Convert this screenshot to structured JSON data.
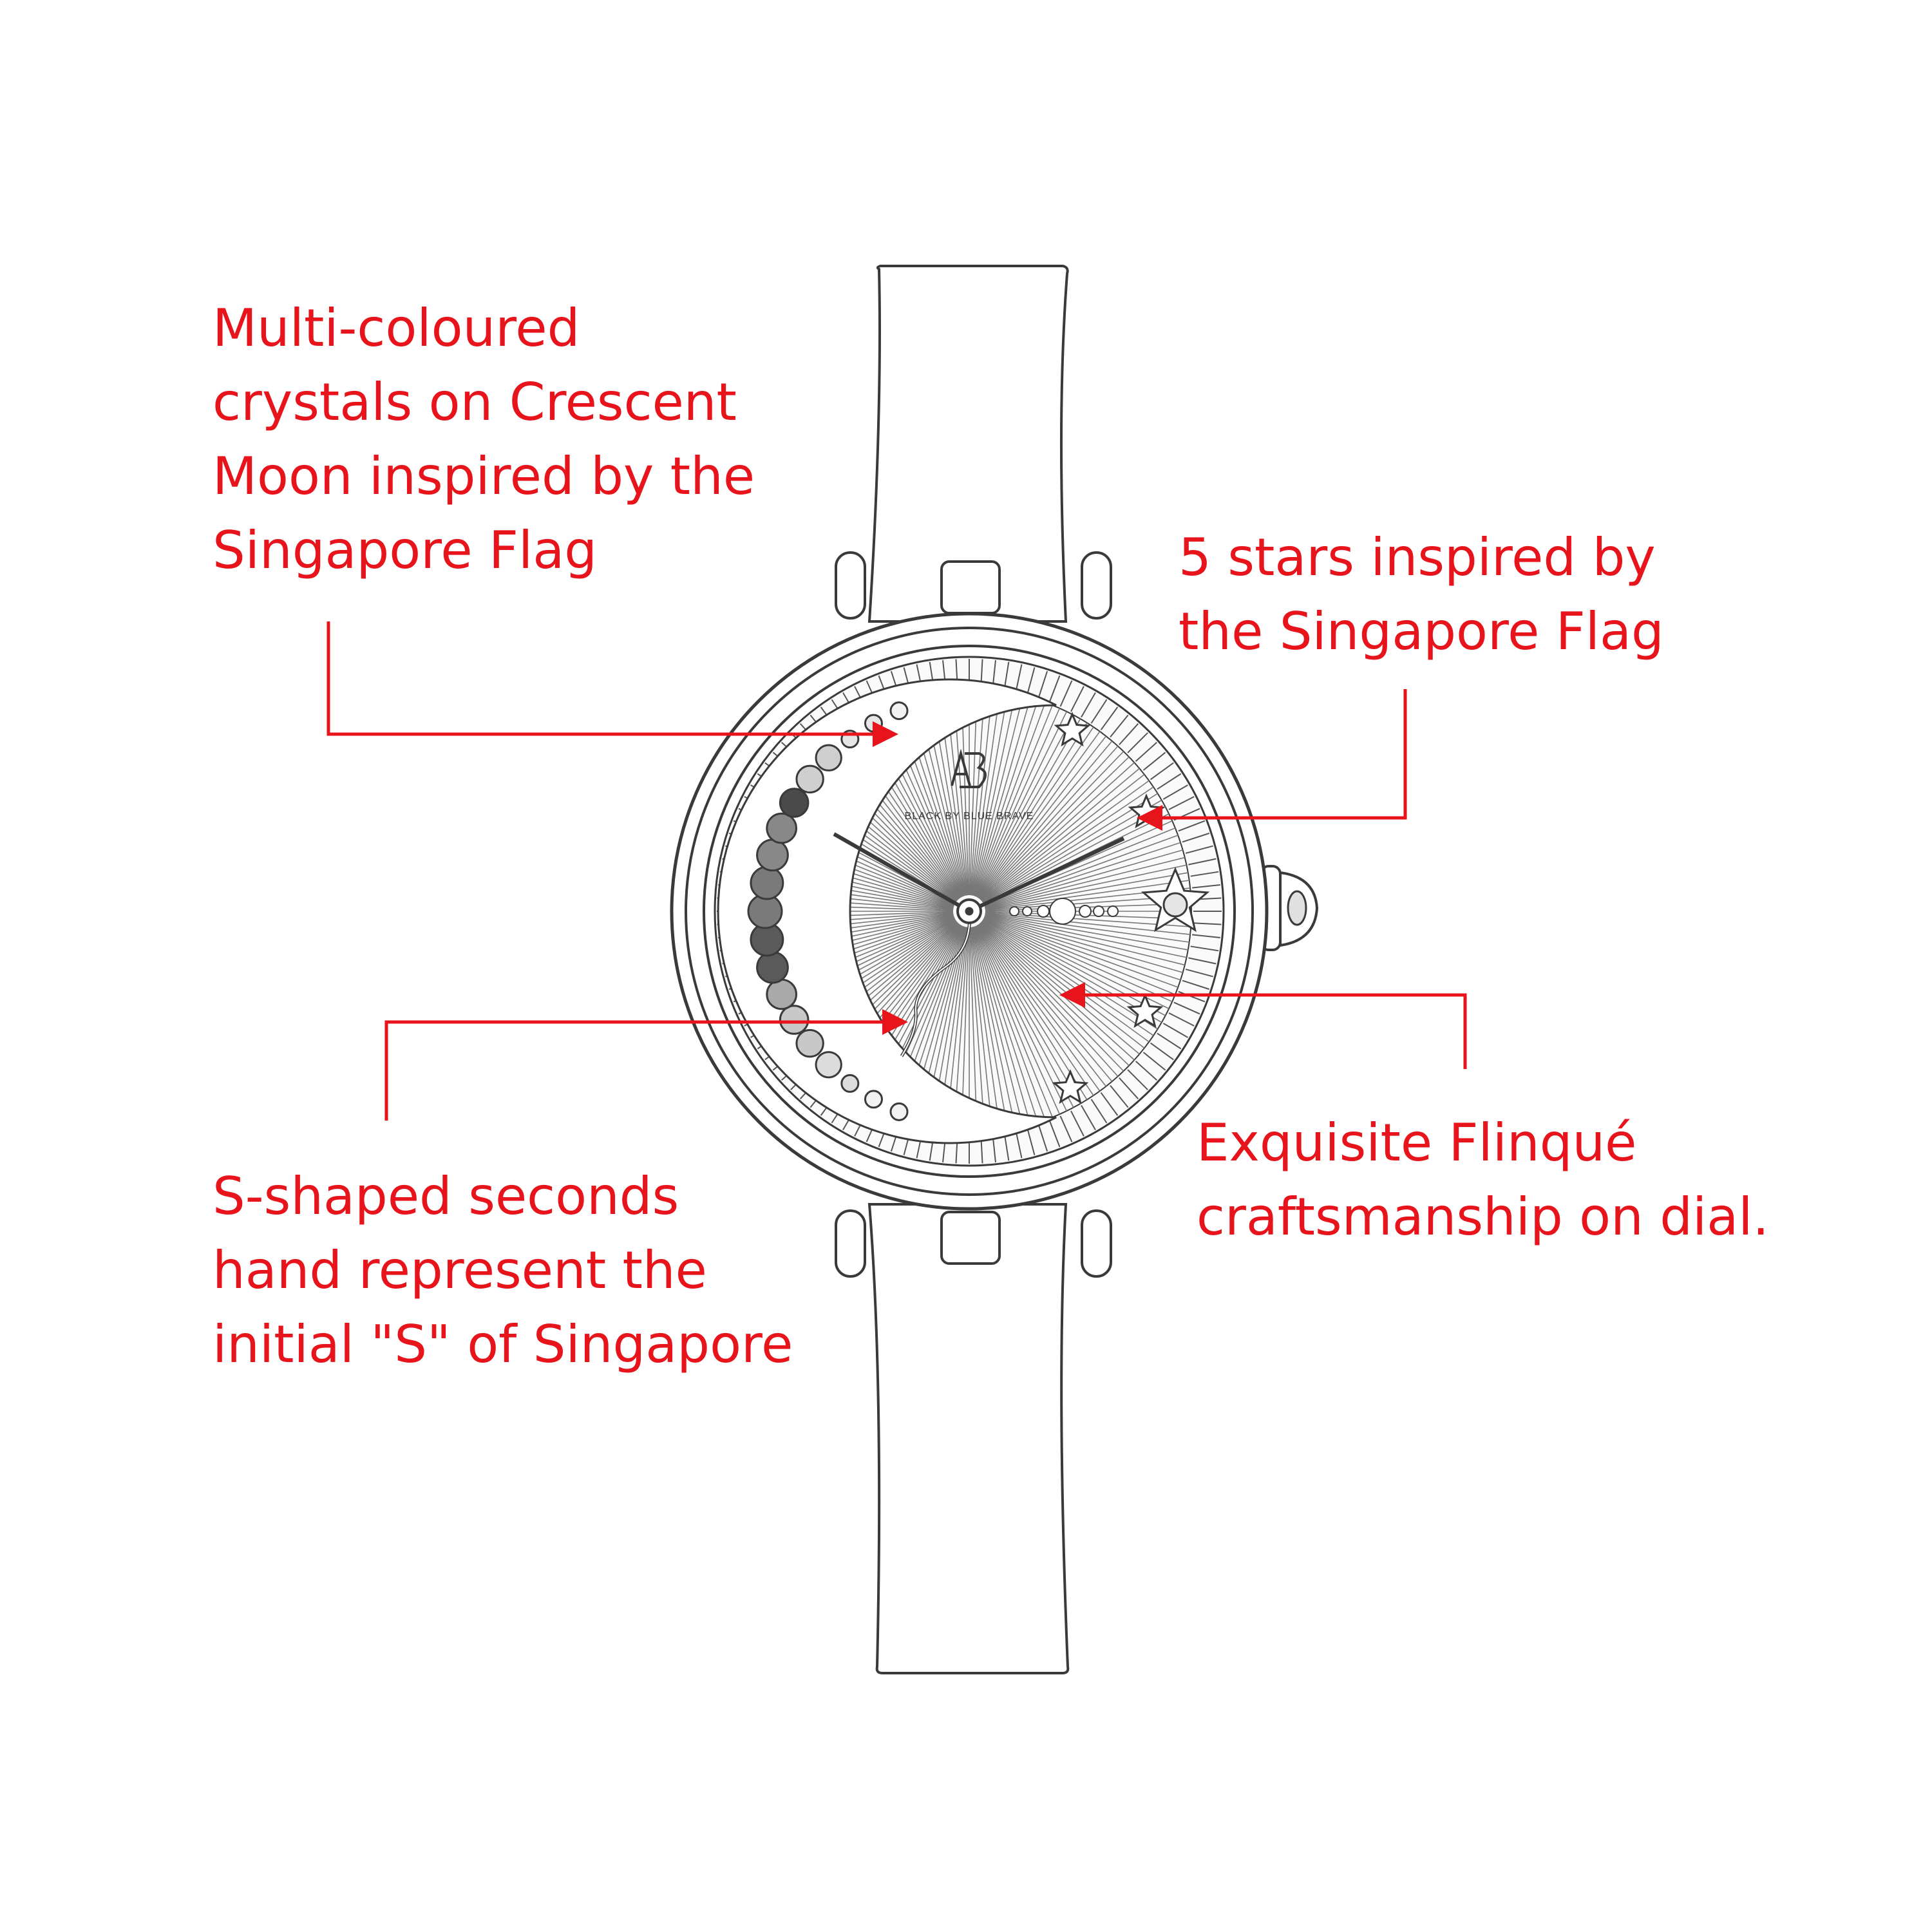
{
  "colors": {
    "callout_red": "#e8141b",
    "outline": "#3a3a3a",
    "background": "#ffffff"
  },
  "brand": {
    "logo_text": "BLACK BY BLUE BRAVE"
  },
  "callouts": {
    "crystals": {
      "line1": "Multi-coloured",
      "line2": "crystals on Crescent",
      "line3": "Moon inspired by the",
      "line4": "Singapore Flag"
    },
    "stars": {
      "line1": "5 stars inspired by",
      "line2": "the Singapore Flag"
    },
    "seconds": {
      "line1": "S-shaped seconds",
      "line2": "hand represent the",
      "line3": "initial \"S\" of Singapore"
    },
    "flinque": {
      "line1": "Exquisite Flinqué",
      "line2": "craftsmanship on dial."
    }
  },
  "icons": [
    "star-icon",
    "crystal-icon",
    "arrow-icon",
    "crown-icon",
    "logo-icon"
  ]
}
